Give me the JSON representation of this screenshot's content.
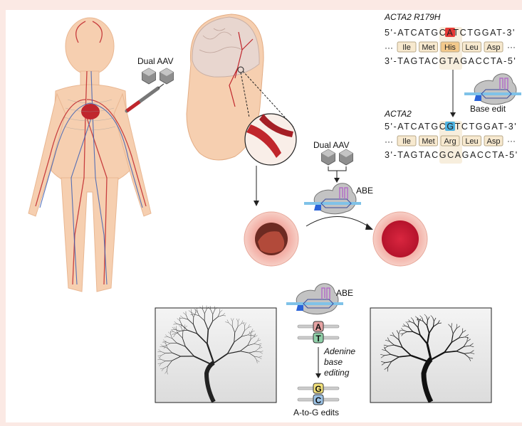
{
  "figure": {
    "dual_aav_label_1": "Dual AAV",
    "dual_aav_label_2": "Dual AAV",
    "abe_label_1": "ABE",
    "abe_label_2": "ABE",
    "base_edit_label": "Base edit",
    "mutant": {
      "gene_label": "ACTA2 R179H",
      "top_strand": "5'-ATCATGCATCTGGAT-3'",
      "bottom_strand": "3'-TAGTACGTAGACCTA-5'",
      "highlight_base": "A",
      "codons": [
        "Ile",
        "Met",
        "His",
        "Leu",
        "Asp"
      ]
    },
    "edited": {
      "gene_label": "ACTA2",
      "top_strand": "5'-ATCATGCGTCTGGAT-3'",
      "bottom_strand": "3'-TAGTACGCAGACCTA-5'",
      "highlight_base": "G",
      "codons": [
        "Ile",
        "Met",
        "Arg",
        "Leu",
        "Asp"
      ]
    },
    "base_pair_before": [
      "A",
      "T"
    ],
    "base_pair_after": [
      "G",
      "C"
    ],
    "editing_label": [
      "Adenine",
      "base",
      "editing"
    ],
    "edits_label": "A-to-G edits",
    "ellipsis": "···"
  },
  "colors": {
    "background_frame": "#fbe9e4",
    "mutant_base": "#e53935",
    "edited_base": "#4fb3e0",
    "codon_fill": "#f7e9cf",
    "codon_highlight": "#f3c98b",
    "skin": "#f6cfb0",
    "vessel_red": "#c0262c",
    "vessel_blue": "#3b5fb5"
  }
}
